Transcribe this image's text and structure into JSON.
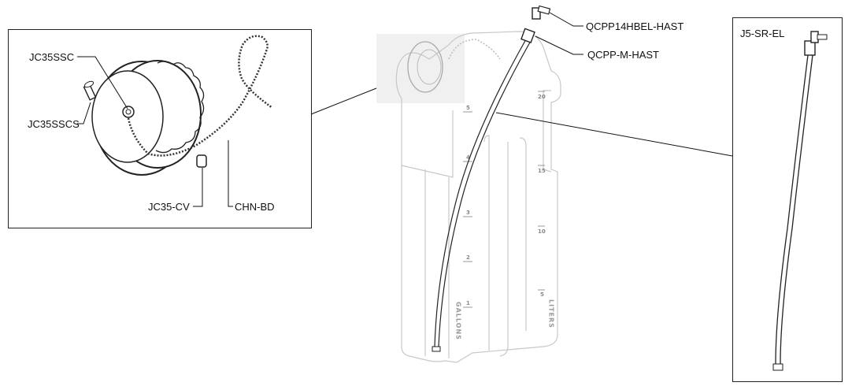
{
  "labels": {
    "cap_screw_cap": "JC35SSC",
    "cap_screw": "JC35SSCS",
    "cap_vent": "JC35-CV",
    "chain": "CHN-BD",
    "elbow_coupling": "QCPP14HBEL-HAST",
    "male_coupling": "QCPP-M-HAST",
    "dip_tube": "J5-SR-EL"
  },
  "jug_scale": {
    "gallons_label": "GALLONS",
    "liters_label": "LITERS",
    "gallons": [
      "1",
      "2",
      "3",
      "4",
      "5"
    ],
    "liters": [
      "5",
      "10",
      "15",
      "20"
    ]
  }
}
